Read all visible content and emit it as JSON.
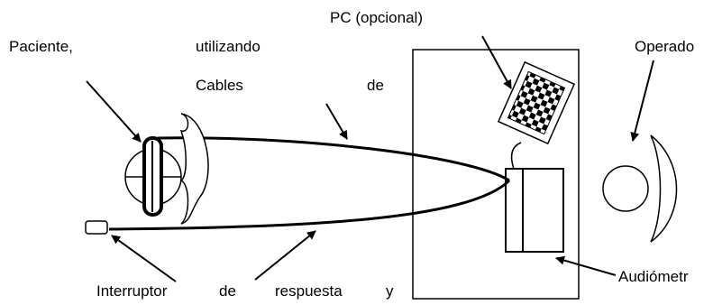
{
  "labels": {
    "pc": "PC (opcional)",
    "paciente": "Paciente,",
    "utilizando": "utilizando",
    "cables": "Cables",
    "de_top": "de",
    "operado": "Operado",
    "interruptor": "Interruptor",
    "de_bottom": "de",
    "respuesta": "respuesta",
    "y": "y",
    "audiometro": "Audiómetr"
  },
  "colors": {
    "ink": "#000000",
    "background": "#ffffff"
  }
}
